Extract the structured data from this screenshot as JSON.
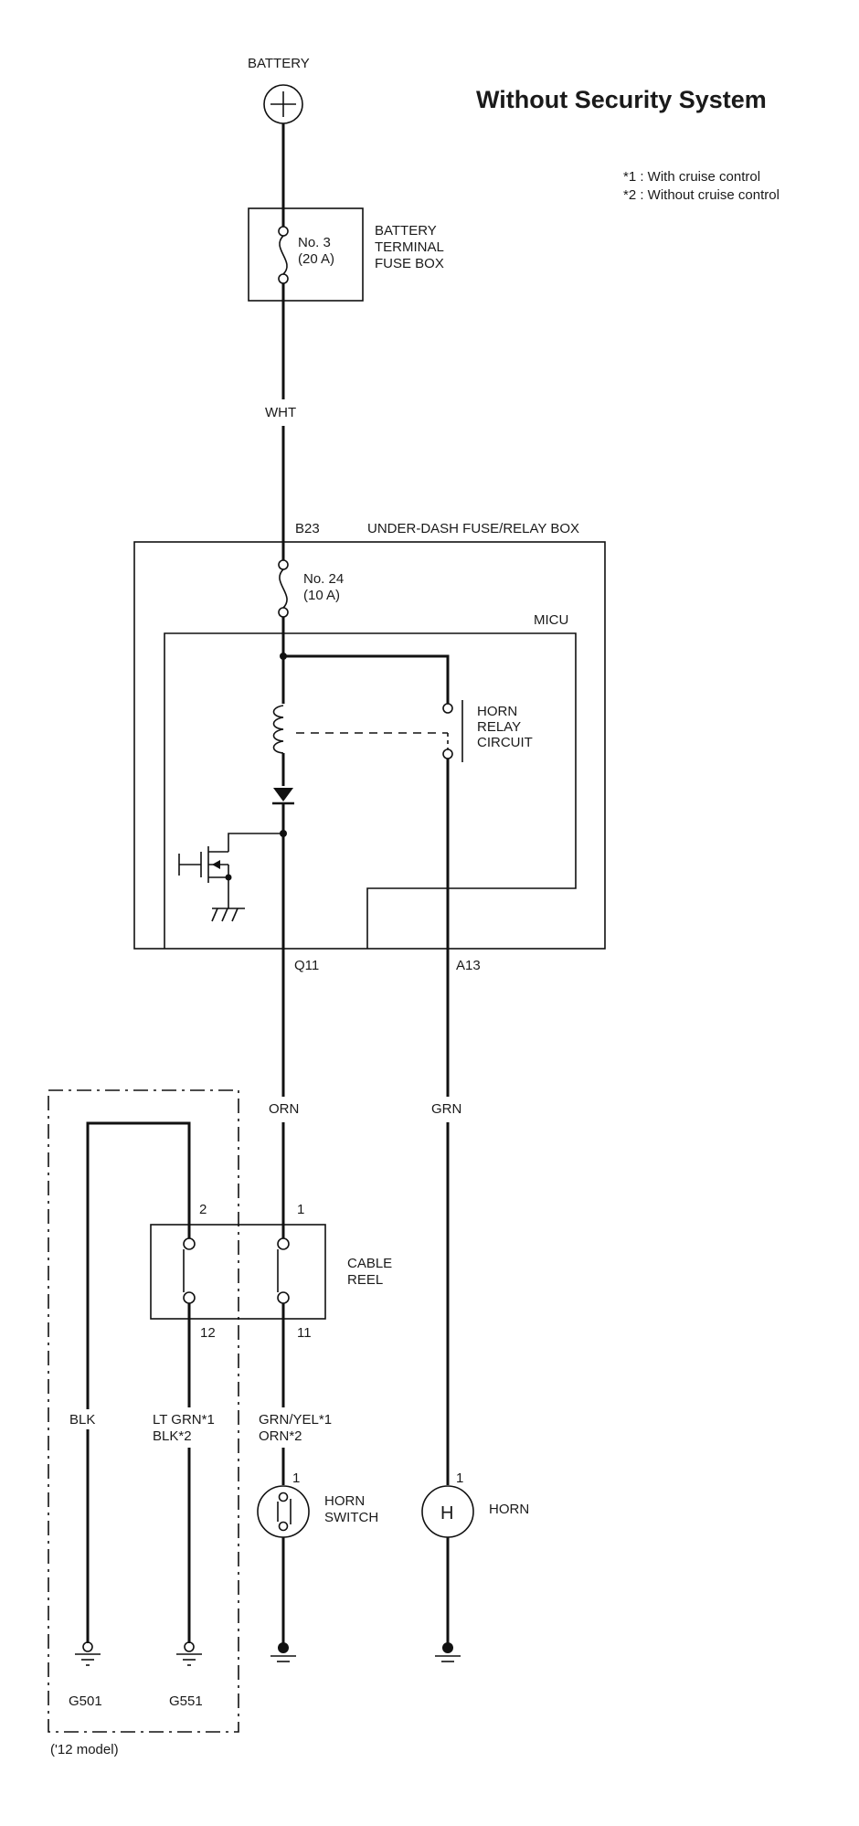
{
  "title": "Without Security System",
  "notes": [
    "*1 : With cruise control",
    "*2 : Without cruise control"
  ],
  "labels": {
    "battery": "BATTERY",
    "fuse_no3": "No. 3",
    "fuse_no3_rating": "(20 A)",
    "battery_fuse_box_1": "BATTERY",
    "battery_fuse_box_2": "TERMINAL",
    "battery_fuse_box_3": "FUSE BOX",
    "wire_wht": "WHT",
    "pin_b23": "B23",
    "under_dash_box": "UNDER-DASH FUSE/RELAY BOX",
    "fuse_no24": "No. 24",
    "fuse_no24_rating": "(10 A)",
    "micu": "MICU",
    "horn_relay_1": "HORN",
    "horn_relay_2": "RELAY",
    "horn_relay_3": "CIRCUIT",
    "pin_q11": "Q11",
    "pin_a13": "A13",
    "wire_orn": "ORN",
    "wire_grn": "GRN",
    "pin_2": "2",
    "pin_1": "1",
    "pin_12": "12",
    "pin_11": "11",
    "cable_reel_1": "CABLE",
    "cable_reel_2": "REEL",
    "wire_blk": "BLK",
    "wire_ltgrn": "LT GRN*1",
    "wire_blk2": "BLK*2",
    "wire_grnyel": "GRN/YEL*1",
    "wire_orn2": "ORN*2",
    "horn_switch_pin": "1",
    "horn_switch_1": "HORN",
    "horn_switch_2": "SWITCH",
    "horn_pin": "1",
    "horn_symbol": "H",
    "horn": "HORN",
    "ground_g501": "G501",
    "ground_g551": "G551",
    "model_note": "('12 model)"
  }
}
